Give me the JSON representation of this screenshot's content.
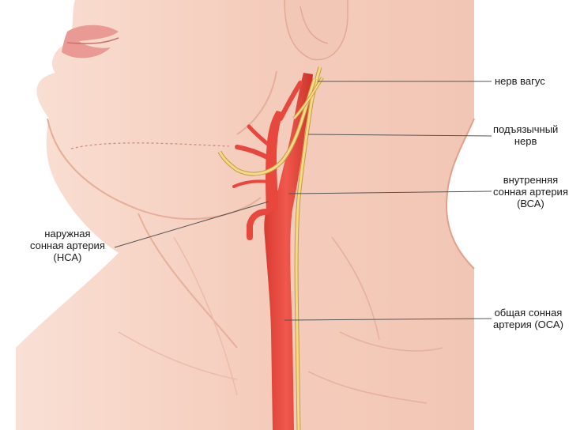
{
  "labels": {
    "vagus": [
      "нерв вагус"
    ],
    "hypoglossal": [
      "подъязычный",
      "нерв"
    ],
    "ica": [
      "внутренняя",
      "сонная артерия",
      "(ВСА)"
    ],
    "eca": [
      "наружная",
      "сонная артерия",
      "(НСА)"
    ],
    "cca": [
      "общая сонная",
      "артерия (ОСА)"
    ]
  },
  "colors": {
    "skin_light": "#f8d9cc",
    "skin_mid": "#f2c3b1",
    "skin_shadow": "#e6a48f",
    "artery": "#e8473d",
    "artery_dark": "#c7322b",
    "nerve": "#f3d98a",
    "nerve_edge": "#c79a3c",
    "leader_line": "#555555"
  }
}
